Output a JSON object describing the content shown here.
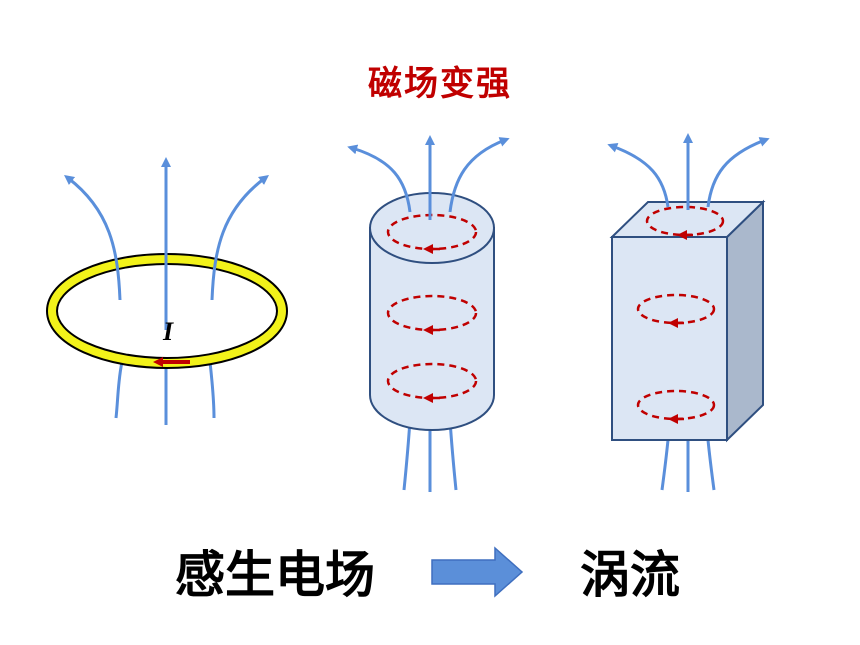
{
  "top_label": "磁场变强",
  "current_symbol": "I",
  "bottom_left_label": "感生电场",
  "bottom_right_label": "涡流",
  "colors": {
    "field_lines": "#5a8fdb",
    "eddy_current": "#c00000",
    "ring": "#f2f21a",
    "solid_fill": "#dce6f4",
    "solid_side": "#aab8cc",
    "arrow": "#5b8fd9"
  }
}
